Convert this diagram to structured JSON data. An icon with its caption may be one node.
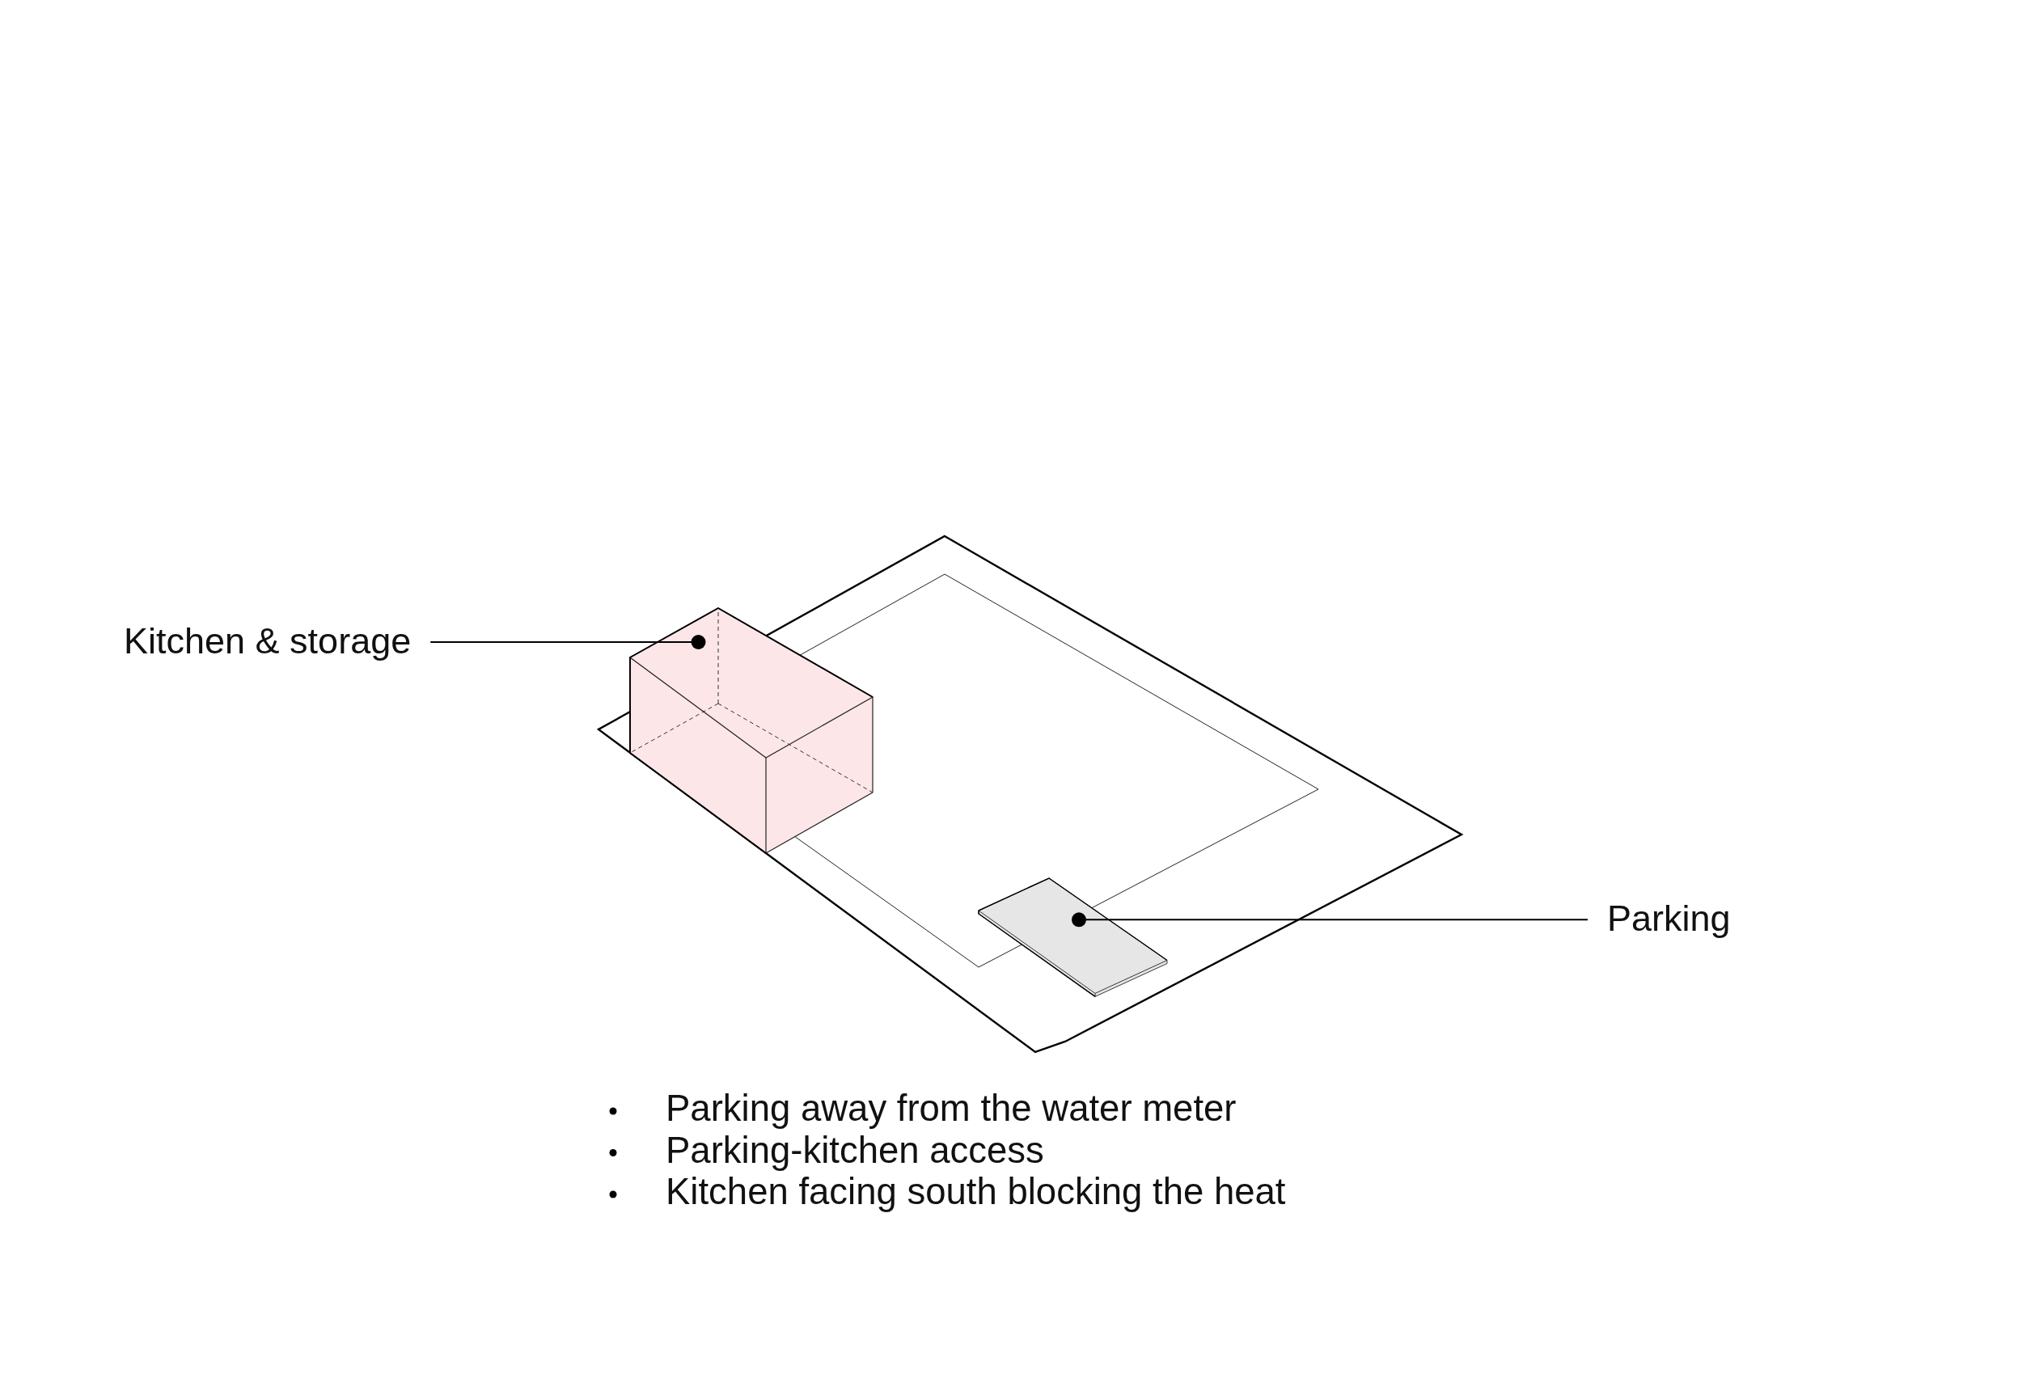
{
  "diagram": {
    "nodes": [
      {
        "text": [
          "Kitchen & storage"
        ]
      },
      {
        "text": [],
        "shape": "box"
      },
      {
        "text": [
          "Parking"
        ]
      },
      {
        "text": [],
        "shape": "box"
      }
    ],
    "edges": [
      {
        "from": 0,
        "to": 1,
        "arrow": "other"
      },
      {
        "from": 2,
        "to": 3,
        "arrow": "other"
      }
    ],
    "labels": [
      "Parking away from the water meter",
      "Parking-kitchen access",
      "Kitchen facing south blocking the heat"
    ]
  }
}
